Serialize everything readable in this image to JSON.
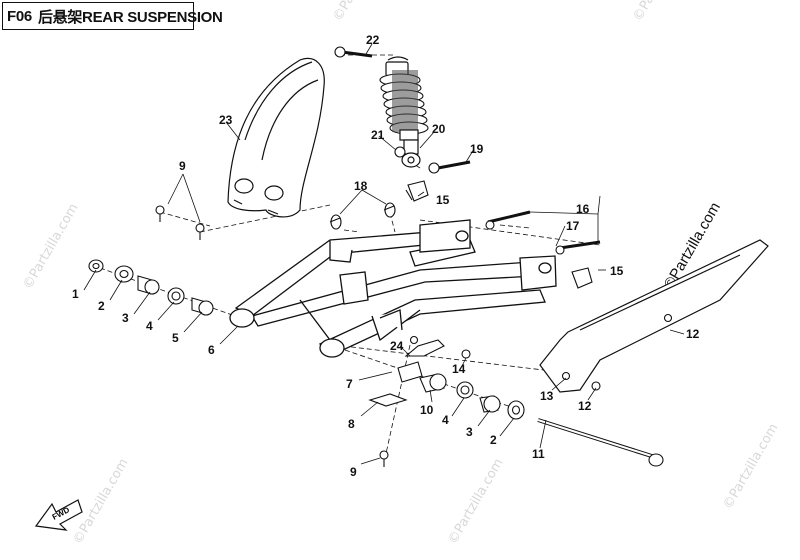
{
  "diagram": {
    "title_code": "F06",
    "title_text": "后悬架REAR SUSPENSION",
    "fwd_label": "FWD",
    "watermark": "©Partzilla.com",
    "callouts": [
      "1",
      "2",
      "3",
      "4",
      "5",
      "6",
      "7",
      "8",
      "9",
      "9",
      "10",
      "11",
      "12",
      "12",
      "13",
      "14",
      "15",
      "15",
      "16",
      "17",
      "18",
      "19",
      "20",
      "21",
      "22",
      "23",
      "24",
      "2",
      "3",
      "4"
    ]
  }
}
